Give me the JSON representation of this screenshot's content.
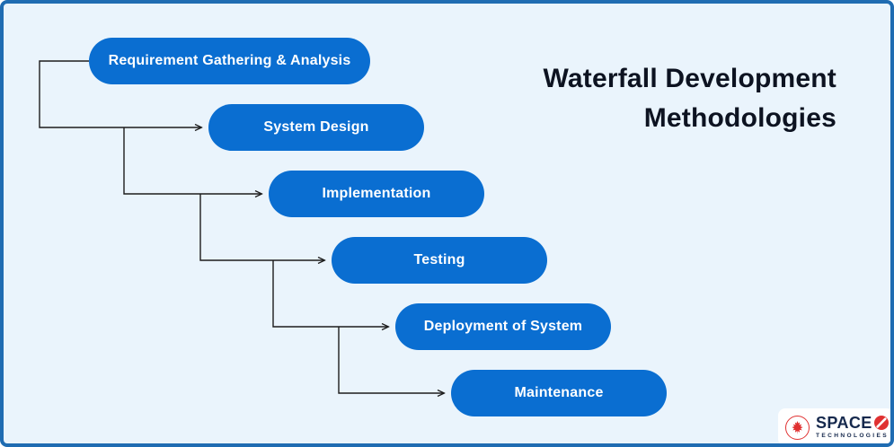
{
  "diagram": {
    "title": {
      "line1": "Waterfall Development",
      "line2": "Methodologies"
    },
    "stages": [
      {
        "label": "Requirement Gathering & Analysis"
      },
      {
        "label": "System Design"
      },
      {
        "label": "Implementation"
      },
      {
        "label": "Testing"
      },
      {
        "label": "Deployment of System"
      },
      {
        "label": "Maintenance"
      }
    ]
  },
  "logo": {
    "brand": "SPACE",
    "brand_symbol": "Ø",
    "subtitle": "TECHNOLOGIES",
    "icons": [
      "maple-leaf-icon",
      "slashed-o-icon"
    ]
  },
  "colors": {
    "background": "#eaf4fc",
    "frame_border": "#1f6cb2",
    "stage_fill": "#0a6ed1",
    "stage_text": "#ffffff",
    "title_text": "#0d1321",
    "connector": "#1c1c1c",
    "logo_navy": "#16294d",
    "logo_red": "#e03131"
  }
}
